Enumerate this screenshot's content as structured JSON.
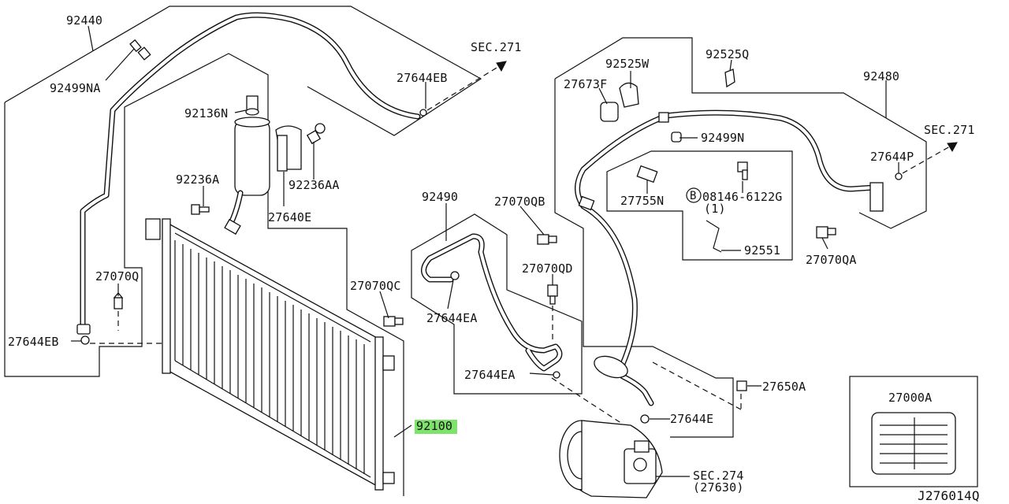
{
  "labels": {
    "p92440": "92440",
    "p92499NA": "92499NA",
    "p27644EB_top": "27644EB",
    "sec271_left": "SEC.271",
    "p92136N": "92136N",
    "p92236AA": "92236AA",
    "p92236A": "92236A",
    "p27640E": "27640E",
    "p27070Q": "27070Q",
    "p27644EB_left": "27644EB",
    "p92490": "92490",
    "p27070QB": "27070QB",
    "p27070QC": "27070QC",
    "p27070QD": "27070QD",
    "p27644EA_upper": "27644EA",
    "p27644EA_lower": "27644EA",
    "p92100": "92100",
    "p92525W": "92525W",
    "p27673F": "27673F",
    "p92525Q": "92525Q",
    "p92480": "92480",
    "p92499N": "92499N",
    "sec271_right": "SEC.271",
    "p27644P": "27644P",
    "p27755N": "27755N",
    "bolt_circle": "B",
    "p08146": "08146-6122G",
    "qty": "(1)",
    "p92551": "92551",
    "p27070QA": "27070QA",
    "p27650A": "27650A",
    "p27644E": "27644E",
    "sec274": "SEC.274",
    "p27630": "(27630)",
    "p27000A": "27000A",
    "diagram_id": "J276014Q"
  }
}
